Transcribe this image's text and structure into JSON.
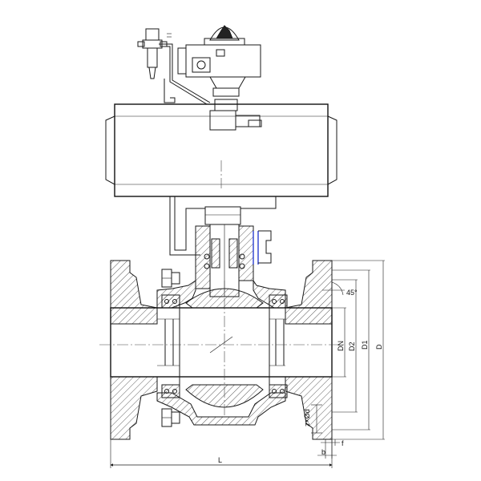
{
  "diagram": {
    "labels": {
      "angle": "45°",
      "dn": "DN",
      "d2": "D2",
      "d1": "D1",
      "d": "D",
      "bolts": "z×Ød",
      "f": "f",
      "b": "b",
      "l": "L"
    },
    "colors": {
      "line": "#1a1a1a",
      "accent": "#2a3fd0",
      "background": "#ffffff"
    }
  }
}
